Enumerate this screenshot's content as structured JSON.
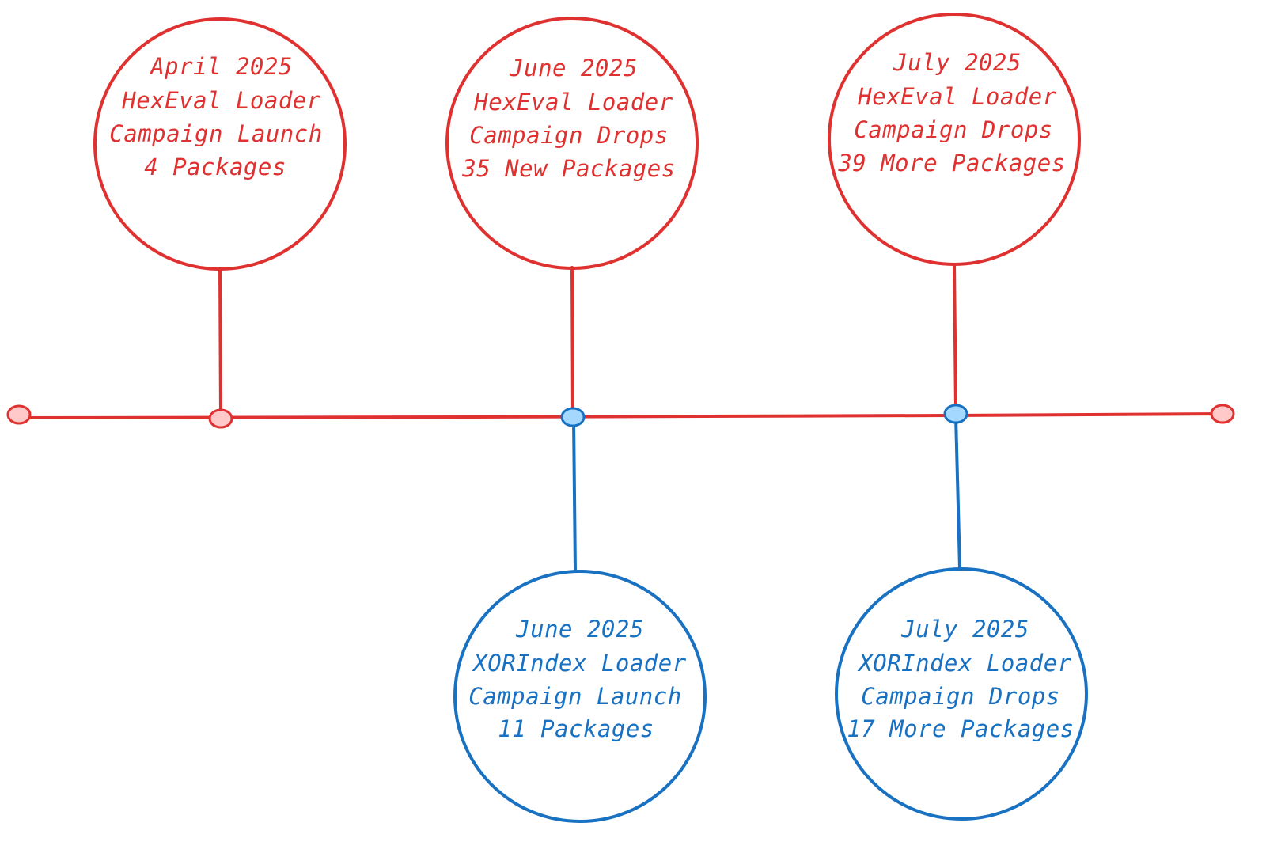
{
  "colors": {
    "hexeval": "#e03131",
    "hexeval_dot_fill": "#ffc9c9",
    "xorindex": "#1971c2",
    "xorindex_dot_fill": "#a5d8ff"
  },
  "events": [
    {
      "id": "hex-apr",
      "group": "hexeval",
      "lines": [
        "April 2025",
        "HexEval Loader",
        "Campaign Launch",
        "4 Packages"
      ]
    },
    {
      "id": "hex-jun",
      "group": "hexeval",
      "lines": [
        "June 2025",
        "HexEval Loader",
        "Campaign Drops",
        "35 New Packages"
      ]
    },
    {
      "id": "hex-jul",
      "group": "hexeval",
      "lines": [
        "July 2025",
        "HexEval Loader",
        "Campaign Drops",
        "39 More Packages"
      ]
    },
    {
      "id": "xor-jun",
      "group": "xorindex",
      "lines": [
        "June 2025",
        "XORIndex Loader",
        "Campaign Launch",
        "11 Packages"
      ]
    },
    {
      "id": "xor-jul",
      "group": "xorindex",
      "lines": [
        "July 2025",
        "XORIndex Loader",
        "Campaign Drops",
        "17 More Packages"
      ]
    }
  ]
}
